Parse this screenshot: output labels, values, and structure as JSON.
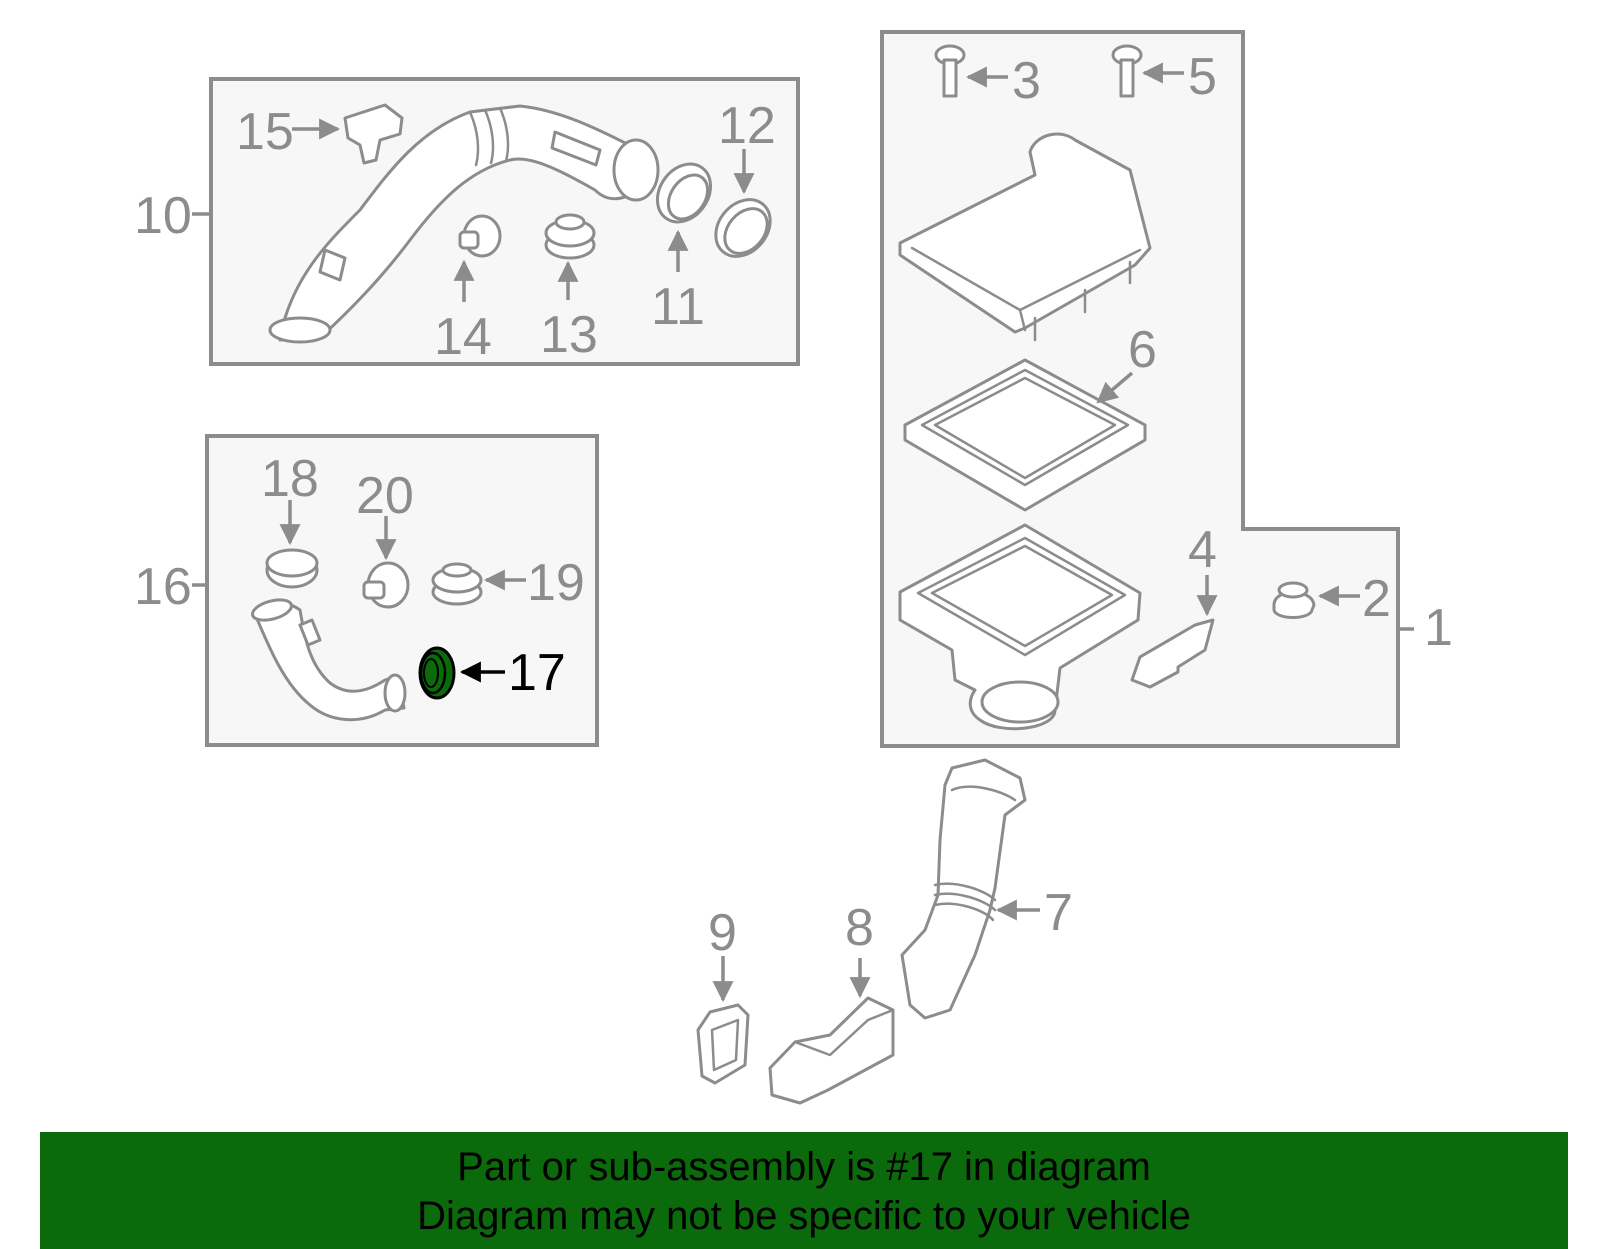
{
  "diagram": {
    "callouts": {
      "n1": "1",
      "n2": "2",
      "n3": "3",
      "n4": "4",
      "n5": "5",
      "n6": "6",
      "n7": "7",
      "n8": "8",
      "n9": "9",
      "n10": "10",
      "n11": "11",
      "n12": "12",
      "n13": "13",
      "n14": "14",
      "n15": "15",
      "n16": "16",
      "n17": "17",
      "n18": "18",
      "n19": "19",
      "n20": "20"
    },
    "highlighted_part": "17"
  },
  "banner": {
    "line1": "Part or sub-assembly is #17 in diagram",
    "line2": "Diagram may not be specific to your vehicle"
  },
  "colors": {
    "highlight": "#0b6a0b",
    "line": "#8c8c8c",
    "panel": "#f7f7f7"
  }
}
